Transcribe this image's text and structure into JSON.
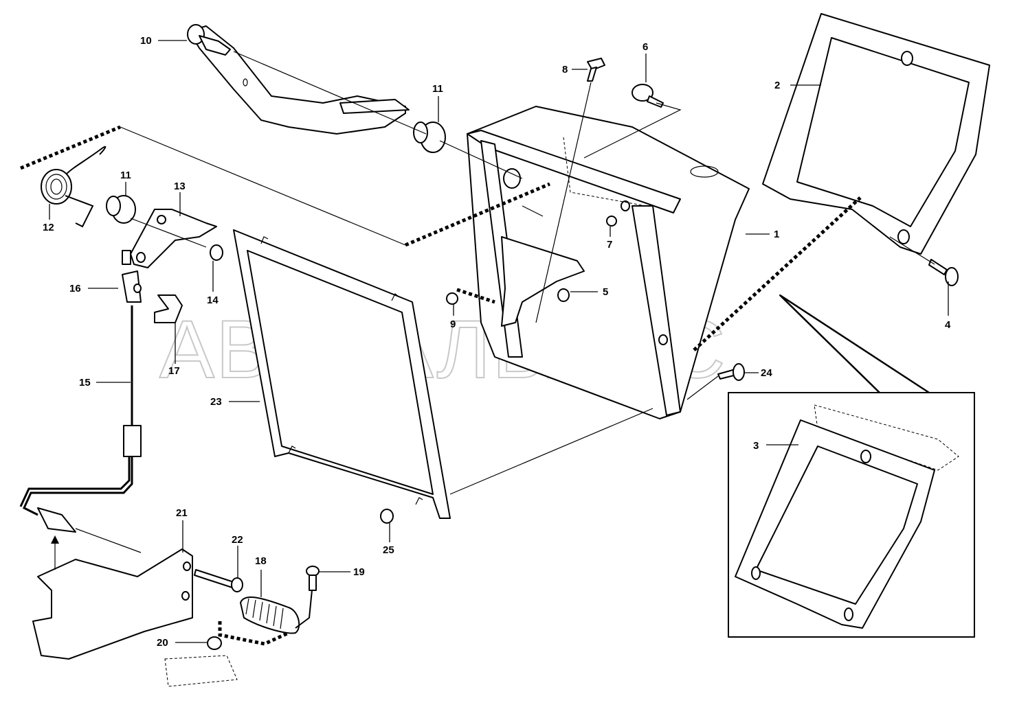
{
  "watermark": "АВТОАЛЬЯНС",
  "callouts": {
    "c1": "1",
    "c2": "2",
    "c3": "3",
    "c4": "4",
    "c5": "5",
    "c6": "6",
    "c7": "7",
    "c8": "8",
    "c9": "9",
    "c10": "10",
    "c11a": "11",
    "c11b": "11",
    "c12": "12",
    "c13": "13",
    "c14": "14",
    "c15": "15",
    "c16": "16",
    "c17": "17",
    "c18": "18",
    "c19": "19",
    "c20": "20",
    "c21": "21",
    "c22": "22",
    "c23": "23",
    "c24": "24",
    "c25": "25"
  }
}
